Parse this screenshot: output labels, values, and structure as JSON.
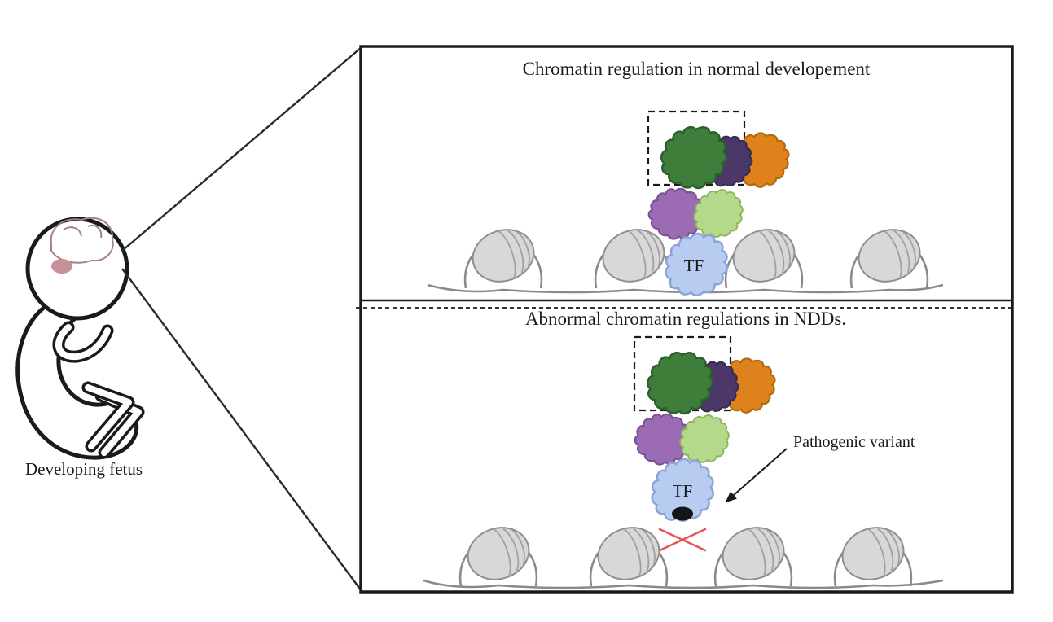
{
  "figure": {
    "fetus_label": "Developing fetus",
    "top_panel": {
      "title": "Chromatin regulation in normal developement",
      "tf_label": "TF"
    },
    "bottom_panel": {
      "title": "Abnormal chromatin regulations in NDDs.",
      "tf_label": "TF",
      "variant_label": "Pathogenic variant"
    }
  },
  "colors": {
    "green_subunit": "#3e7d3a",
    "dark_purple_subunit": "#4b3869",
    "orange_subunit": "#e0821c",
    "purple_subunit": "#9b6bb3",
    "light_green_subunit": "#b5d98a",
    "tf_blue": "#b8ccf2",
    "nucleosome_gray": "#d8d8d8",
    "dna_gray": "#8a8a8a",
    "brain_pink": "#d2a2aa",
    "cerebellum_pink": "#c79098",
    "variant_black": "#151515",
    "cross_red": "#e4574d"
  }
}
